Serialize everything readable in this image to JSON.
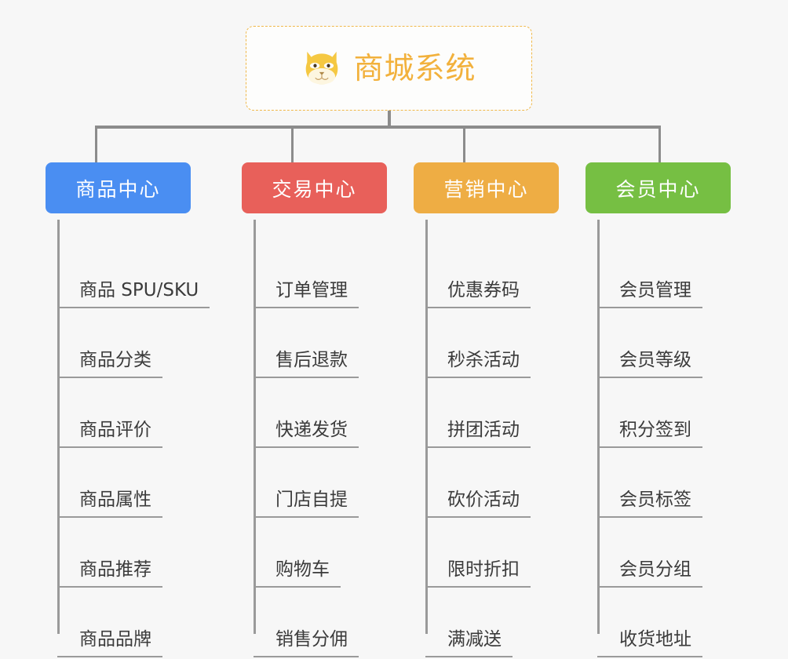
{
  "diagram": {
    "type": "org-chart",
    "background": "#f7f7f7",
    "root": {
      "title": "商城系统",
      "icon": "dog-face-icon",
      "text_color": "#f2b13c",
      "border_color": "#f0b84a"
    },
    "connector_color": "#8c8c8c",
    "branches": [
      {
        "id": "product",
        "label": "商品中心",
        "color": "#4a8ef2",
        "items": [
          "商品 SPU/SKU",
          "商品分类",
          "商品评价",
          "商品属性",
          "商品推荐",
          "商品品牌"
        ]
      },
      {
        "id": "trade",
        "label": "交易中心",
        "color": "#e8605a",
        "items": [
          "订单管理",
          "售后退款",
          "快递发货",
          "门店自提",
          "购物车",
          "销售分佣"
        ]
      },
      {
        "id": "marketing",
        "label": "营销中心",
        "color": "#eead44",
        "items": [
          "优惠券码",
          "秒杀活动",
          "拼团活动",
          "砍价活动",
          "限时折扣",
          "满减送"
        ]
      },
      {
        "id": "member",
        "label": "会员中心",
        "color": "#76bf43",
        "items": [
          "会员管理",
          "会员等级",
          "积分签到",
          "会员标签",
          "会员分组",
          "收货地址"
        ]
      }
    ]
  }
}
